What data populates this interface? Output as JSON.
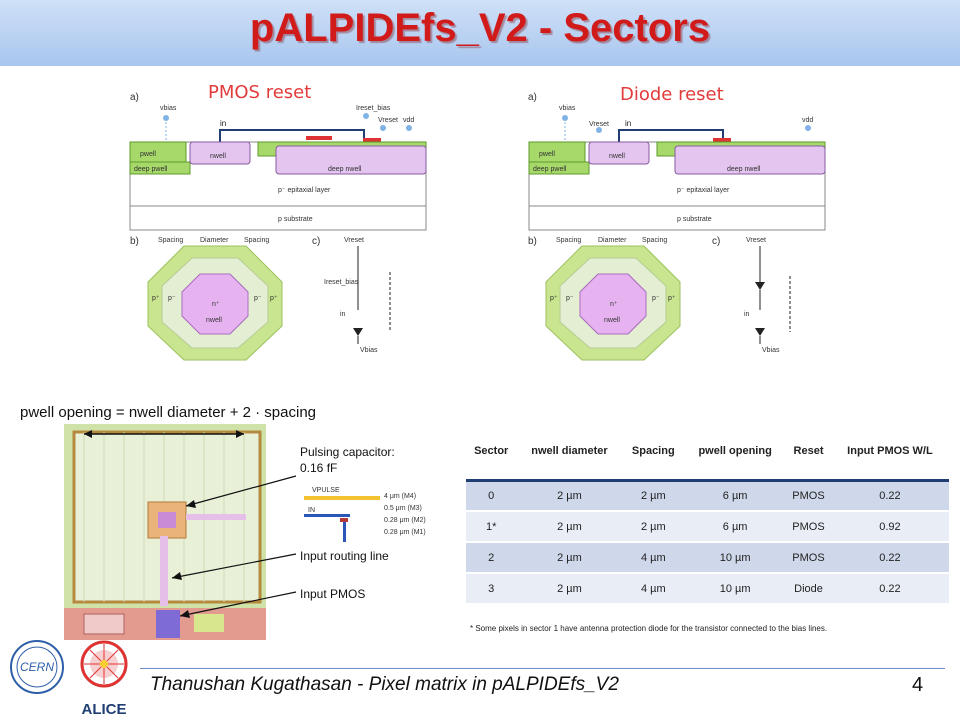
{
  "header": {
    "title": "pALPIDEfs_V2 - Sectors"
  },
  "left_figure": {
    "caption": "PMOS reset",
    "panel_a": "a)",
    "panel_b": "b)",
    "panel_c": "c)",
    "labels": {
      "vbias": "vbias",
      "in": "in",
      "ireset_bias": "Ireset_bias",
      "vreset": "Vreset",
      "vdd": "vdd",
      "pwell": "pwell",
      "deep_pwell": "deep pwell",
      "nwell": "nwell",
      "deep_nwell": "deep nwell",
      "epi": "p⁻ epitaxial layer",
      "substrate": "p substrate",
      "spacing": "Spacing",
      "diameter": "Diameter",
      "n_plus": "n⁺",
      "p_plus": "p⁺",
      "p_minus": "p⁻",
      "c_vreset": "Vreset",
      "c_ireset": "Ireset_bias",
      "c_in": "in",
      "c_vbias": "Vbias"
    }
  },
  "right_figure": {
    "caption": "Diode reset",
    "panel_a": "a)",
    "panel_b": "b)",
    "panel_c": "c)",
    "labels": {
      "vbias": "vbias",
      "vreset": "Vreset",
      "in": "in",
      "vdd": "vdd",
      "pwell": "pwell",
      "deep_pwell": "deep pwell",
      "nwell": "nwell",
      "deep_nwell": "deep nwell",
      "epi": "p⁻ epitaxial layer",
      "substrate": "p substrate",
      "spacing": "Spacing",
      "diameter": "Diameter",
      "n_plus": "n⁺",
      "p_plus": "p⁺",
      "p_minus": "p⁻",
      "c_vreset": "Vreset",
      "c_in": "in",
      "c_vbias": "Vbias"
    }
  },
  "formula": "pwell opening = nwell diameter + 2 · spacing",
  "layout_notes": {
    "pulsing_capacitor": "Pulsing capacitor:",
    "pulsing_value": "0.16 fF",
    "input_routing": "Input routing line",
    "input_pmos": "Input PMOS"
  },
  "capacitor_inset": {
    "vpulse": "VPULSE",
    "in": "IN",
    "m4": "4 μm (M4)",
    "m3": "0.5 μm (M3)",
    "m2": "0.28 μm (M2)",
    "m1": "0.28 μm (M1)"
  },
  "table": {
    "headers": [
      "Sector",
      "nwell diameter",
      "Spacing",
      "pwell opening",
      "Reset",
      "Input PMOS W/L"
    ],
    "rows": [
      [
        "0",
        "2 µm",
        "2 µm",
        "6 µm",
        "PMOS",
        "0.22"
      ],
      [
        "1*",
        "2 µm",
        "2 µm",
        "6 µm",
        "PMOS",
        "0.92"
      ],
      [
        "2",
        "2 µm",
        "4 µm",
        "10 µm",
        "PMOS",
        "0.22"
      ],
      [
        "3",
        "2 µm",
        "4 µm",
        "10 µm",
        "Diode",
        "0.22"
      ]
    ]
  },
  "footnote": "* Some pixels in sector 1 have antenna protection diode for the transistor connected to the bias lines.",
  "footer": {
    "text": "Thanushan Kugathasan - Pixel matrix in pALPIDEfs_V2",
    "page": "4"
  },
  "logos": {
    "cern": "CERN",
    "alice": "ALICE"
  },
  "colors": {
    "title_red": "#d11a1a",
    "header_blue": "#a8c6ef",
    "table_rule": "#1f3f74"
  }
}
